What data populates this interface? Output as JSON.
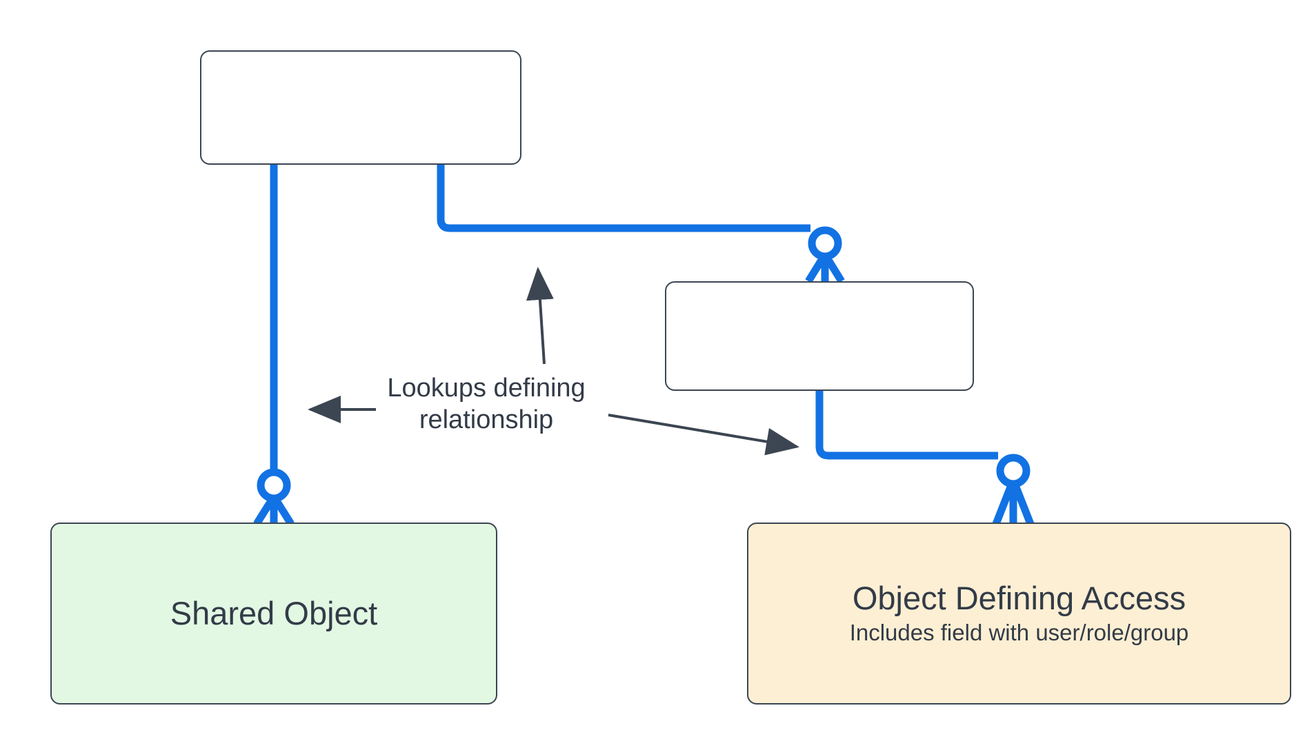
{
  "diagram": {
    "type": "entity-relationship",
    "background_color": "#ffffff",
    "node_border_color": "#3c4552",
    "connector_color": "#1272e3",
    "text_color": "#333b47",
    "annotation_arrow_color": "#3c4552"
  },
  "nodes": {
    "top": {
      "id": "top-object",
      "title": "",
      "subtitle": "",
      "fill": "#ffffff"
    },
    "middle": {
      "id": "middle-object",
      "title": "",
      "subtitle": "",
      "fill": "#ffffff"
    },
    "shared": {
      "id": "shared-object",
      "title": "Shared Object",
      "subtitle": "",
      "fill": "#e2f8e3"
    },
    "access": {
      "id": "object-defining-access",
      "title": "Object Defining Access",
      "subtitle": "Includes field with user/role/group",
      "fill": "#fcefd4"
    }
  },
  "annotations": {
    "lookups": {
      "text": "Lookups defining\nrelationship",
      "arrows": [
        {
          "name": "arrow-to-left-connector",
          "direction": "left"
        },
        {
          "name": "arrow-to-top-right-connector",
          "direction": "up-right"
        },
        {
          "name": "arrow-to-bottom-right-connector",
          "direction": "down-right"
        }
      ]
    }
  },
  "connectors": [
    {
      "name": "top-to-shared",
      "from": "top",
      "to": "shared",
      "endpoint_style": "crows-foot-zero-or-many"
    },
    {
      "name": "top-to-middle",
      "from": "top",
      "to": "middle",
      "endpoint_style": "crows-foot-zero-or-many"
    },
    {
      "name": "middle-to-access",
      "from": "middle",
      "to": "access",
      "endpoint_style": "crows-foot-zero-or-many"
    }
  ]
}
